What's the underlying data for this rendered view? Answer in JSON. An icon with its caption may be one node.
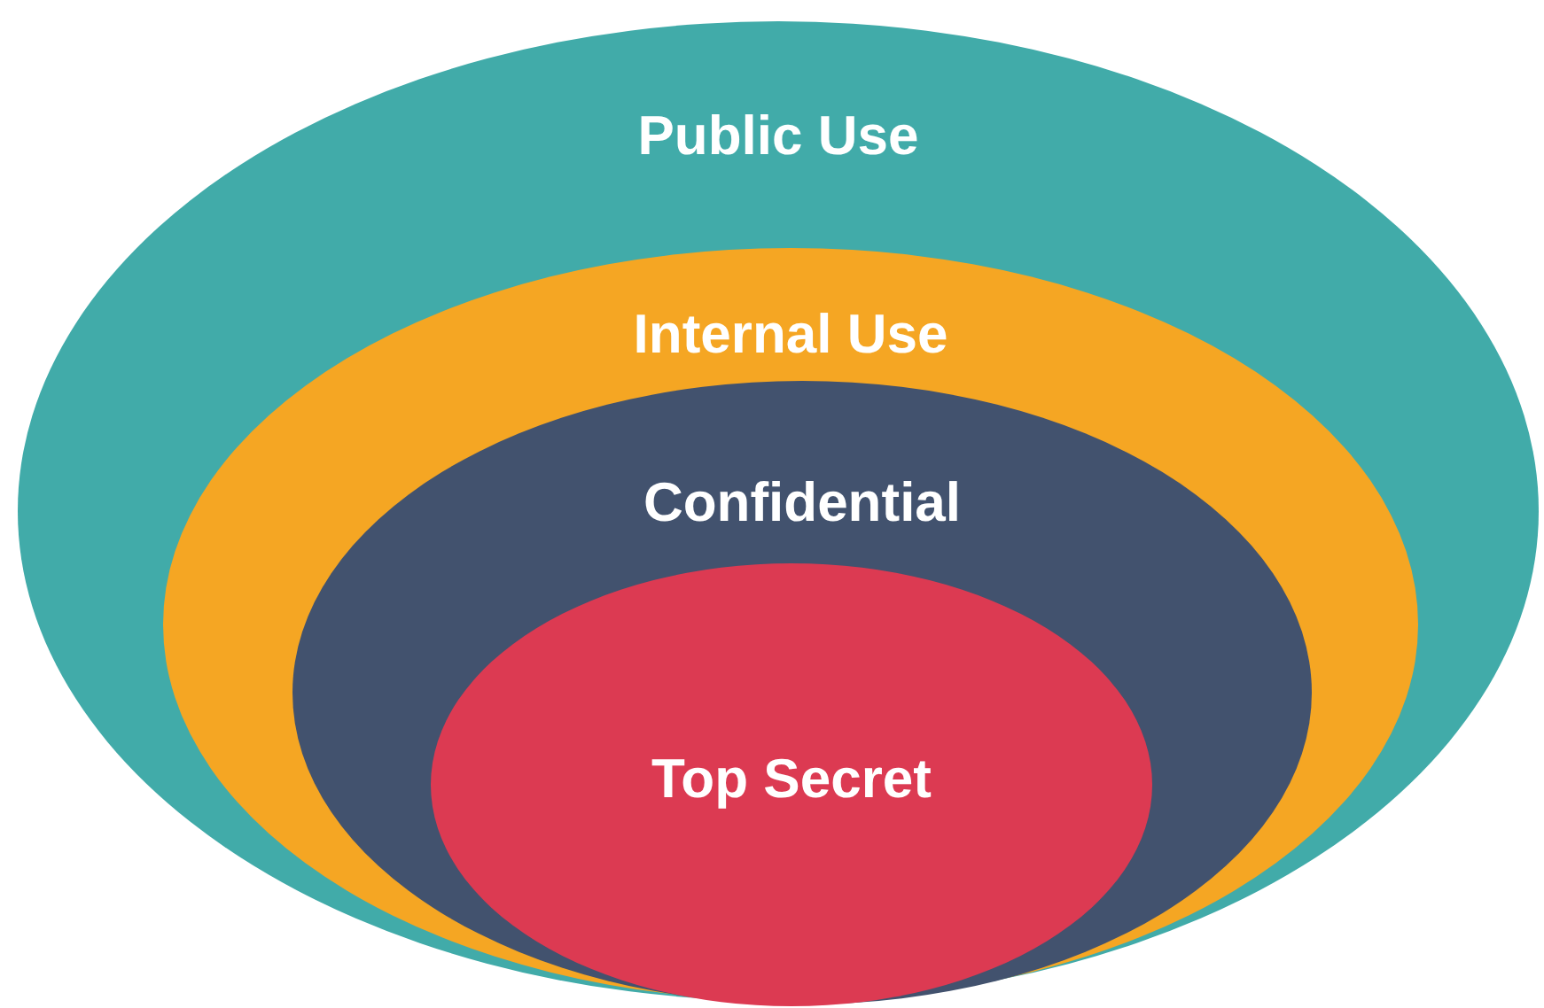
{
  "diagram": {
    "nodes": [
      {
        "text": [
          "Public Use"
        ]
      },
      {
        "text": [
          "Internal Use"
        ],
        "in": 0
      },
      {
        "text": [
          "Confidential"
        ],
        "in": 1
      },
      {
        "text": [
          "Top Secret"
        ],
        "in": 2
      }
    ]
  }
}
